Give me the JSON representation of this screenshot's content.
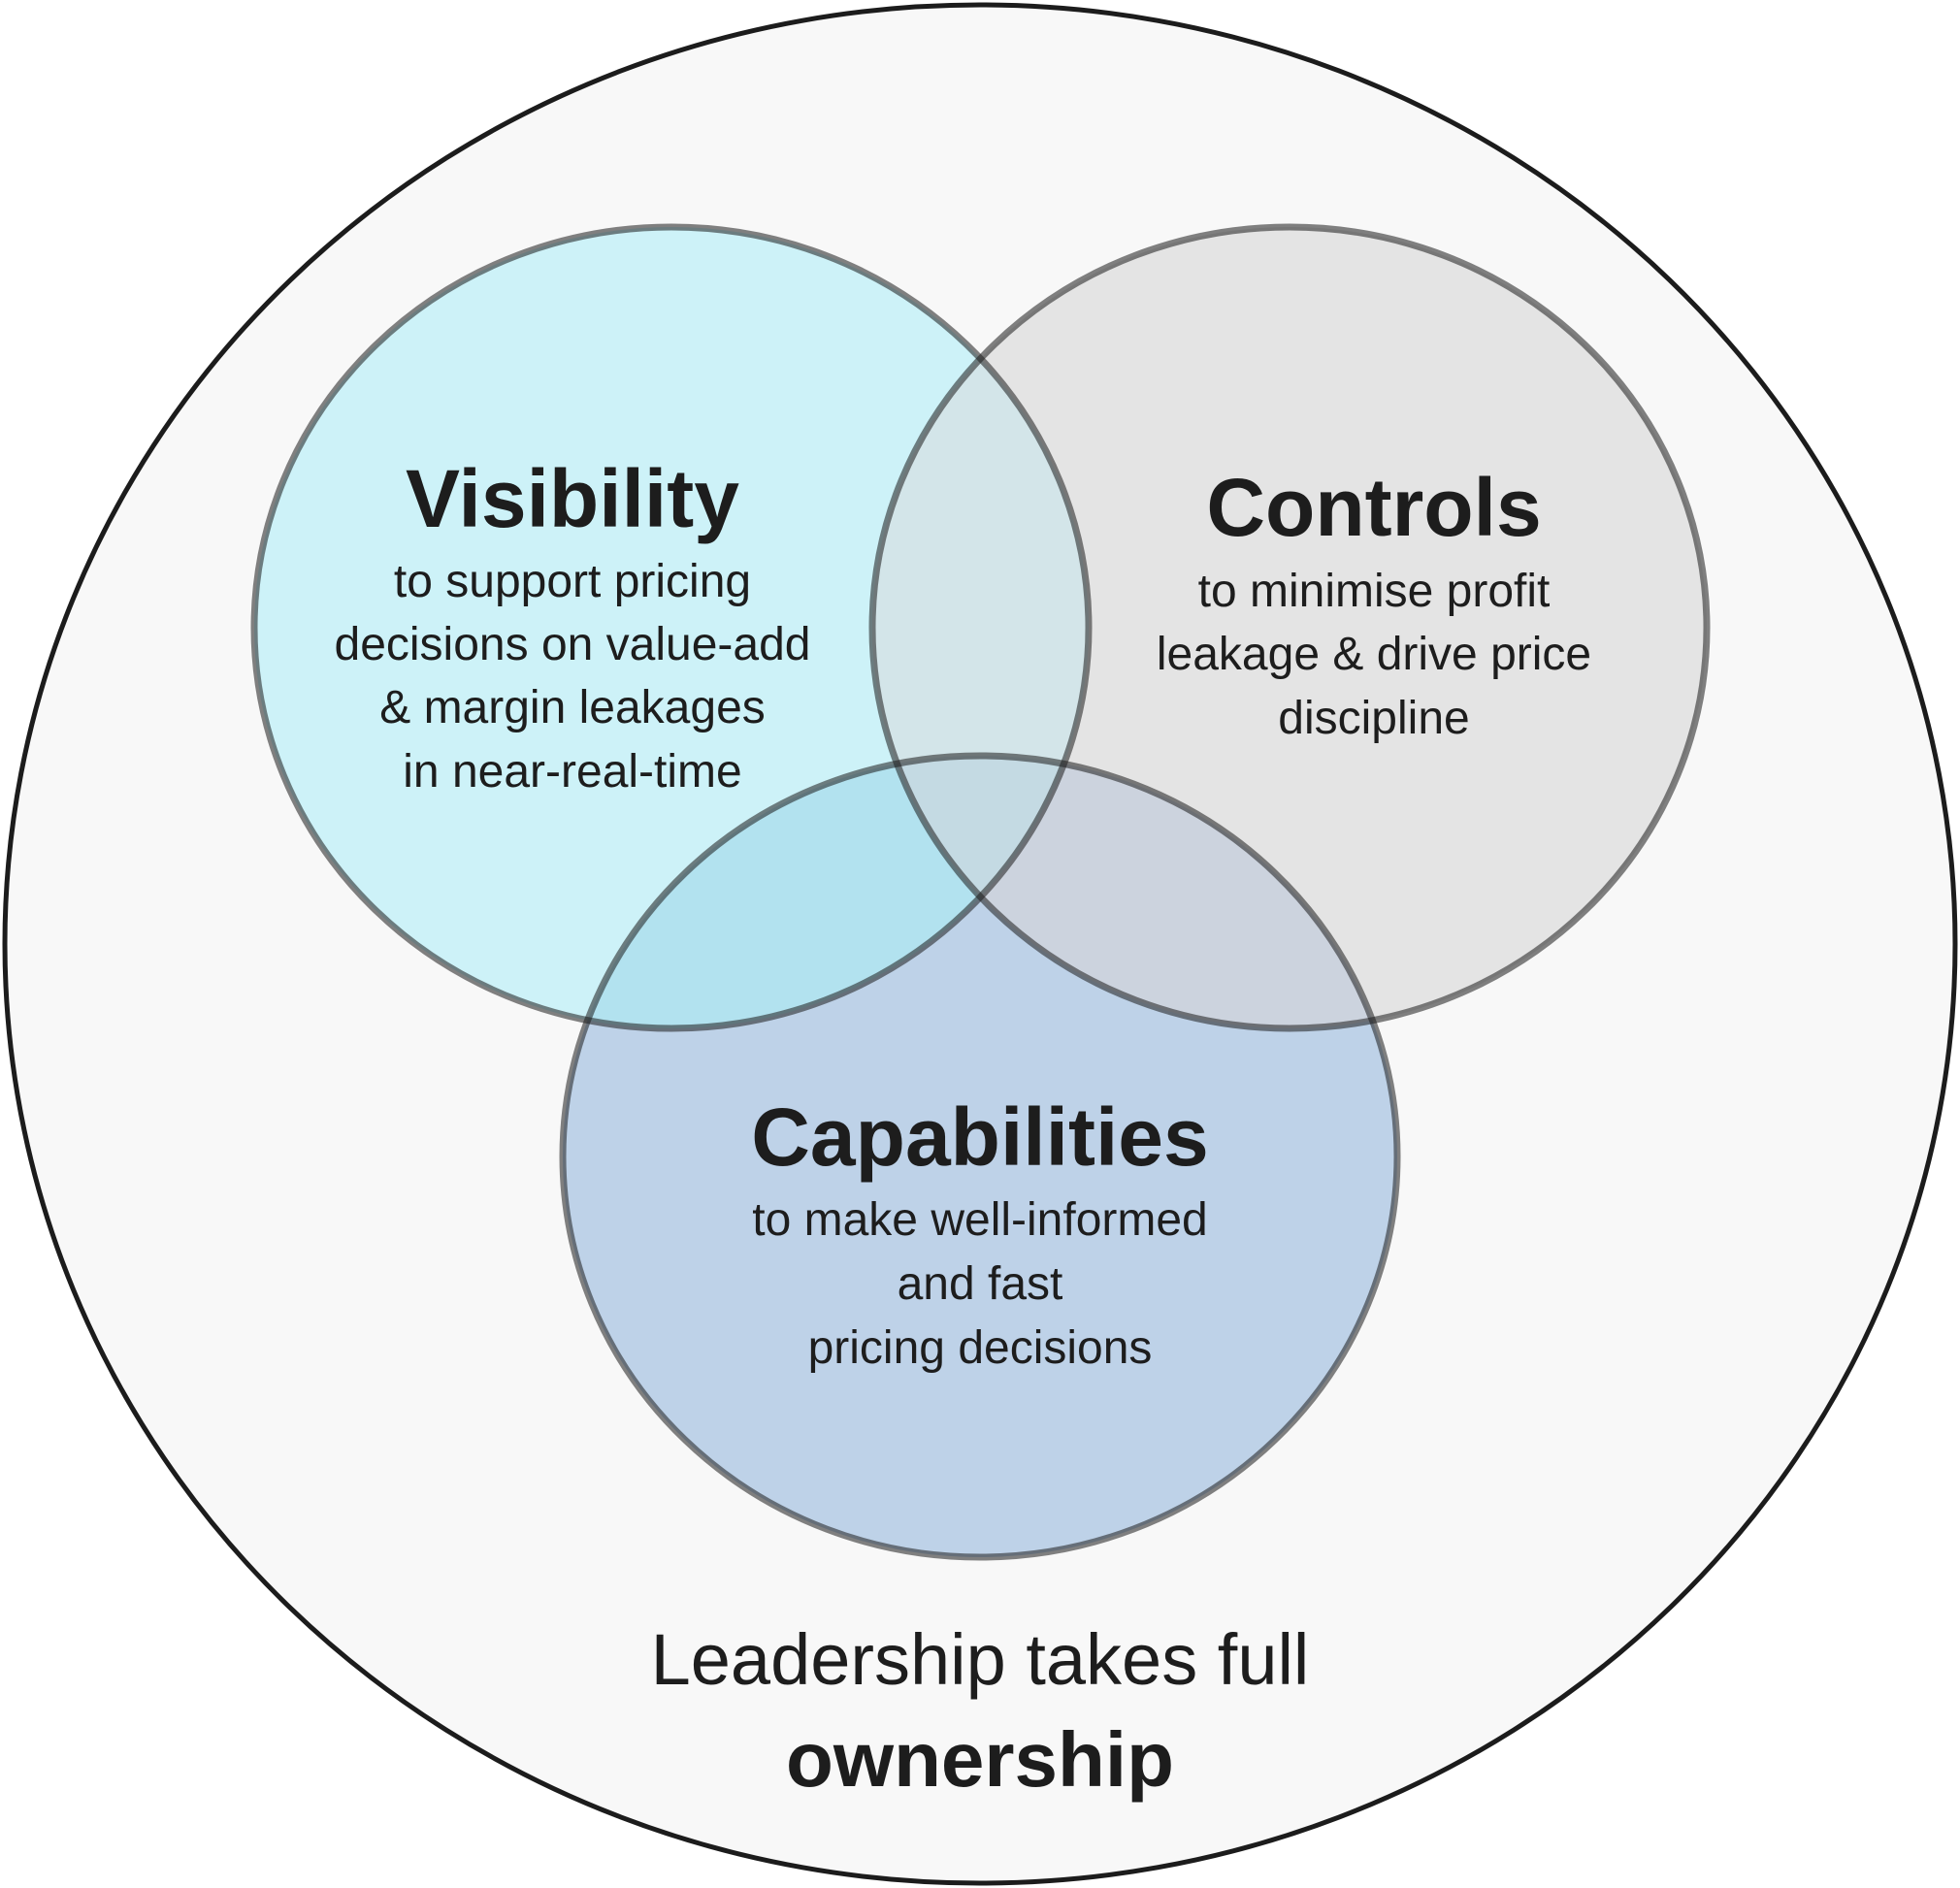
{
  "outer": {
    "line1": "Leadership takes full",
    "line2": "ownership",
    "fill": "#f8f8f8",
    "stroke": "#1c1c1c"
  },
  "circles": {
    "visibility": {
      "title": "Visibility",
      "lines": [
        "to support pricing",
        "decisions on value-add",
        "& margin leakages",
        "in near-real-time"
      ],
      "fill": "#cdf2f8"
    },
    "controls": {
      "title": "Controls",
      "lines": [
        "to minimise profit",
        "leakage & drive price",
        "discipline"
      ],
      "fill": "#e4e4e4"
    },
    "capabilities": {
      "title": "Capabilities",
      "lines": [
        "to make well-informed",
        "and fast",
        "pricing decisions"
      ],
      "fill": "#bed2e8"
    }
  },
  "overlap_colors": {
    "visibility_controls": "#d3e5e9",
    "visibility_capabilities": "#b2e2ef",
    "controls_capabilities": "#ccd3de",
    "all_three": "#c4dae3"
  },
  "stroke_color": "#1c1c1c"
}
